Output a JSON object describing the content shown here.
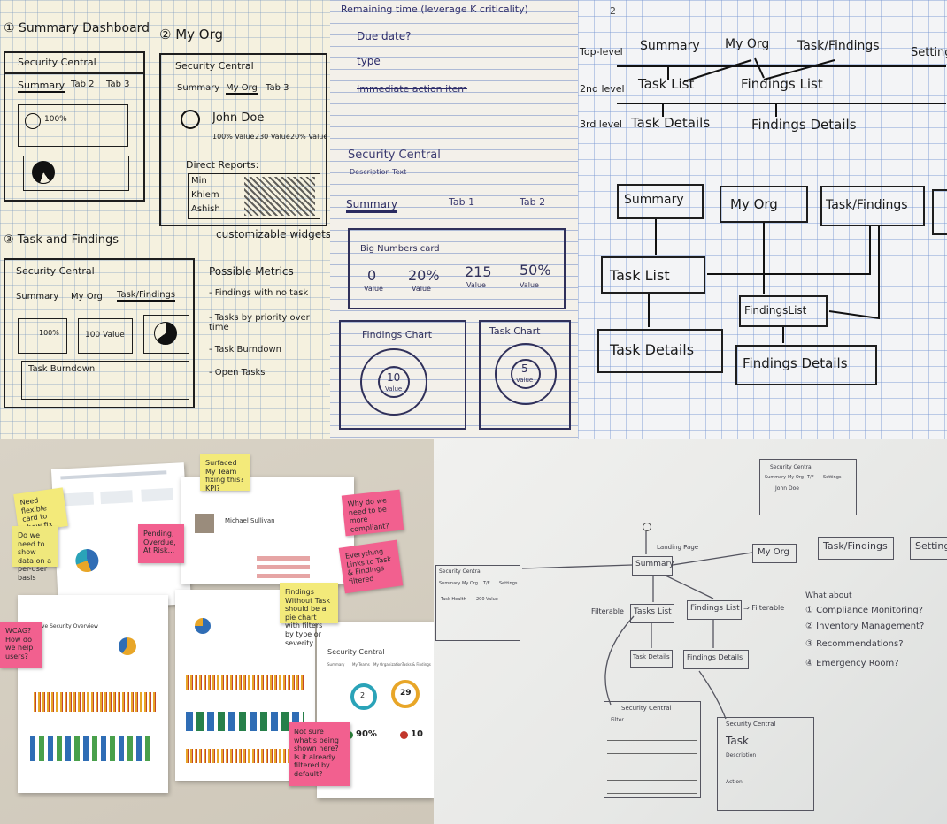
{
  "panel1": {
    "title_summary": "① Summary Dashboard",
    "title_myorg": "② My Org",
    "title_tasks": "③ Task and Findings",
    "app_name": "Security Central",
    "summary_tabs": [
      "Summary",
      "Tab 2",
      "Tab 3"
    ],
    "myorg_tabs": [
      "Summary",
      "My Org",
      "Tab 3"
    ],
    "tasks_tabs": [
      "Summary",
      "My Org",
      "Task/Findings"
    ],
    "big_value": "100%",
    "value_label": "Value",
    "person_name": "John Doe",
    "person_stats": [
      "100% Value",
      "230 Value",
      "20% Value"
    ],
    "direct_reports_label": "Direct Reports:",
    "reports": [
      "Min",
      "Khiem",
      "Ashish"
    ],
    "customizable": "customizable widgets",
    "metrics_title": "Possible Metrics",
    "metrics": [
      "- Findings with no task",
      "- Tasks by priority over time",
      "- Task Burndown",
      "- Open Tasks"
    ],
    "value_100": "100 Value",
    "burndown": "Task Burndown"
  },
  "panel2": {
    "top_lines": [
      "Remaining time (leverage K criticality)",
      "Due date?",
      "type",
      "Immediate action item"
    ],
    "app_name": "Security Central",
    "description": "Description Text",
    "tabs": [
      "Summary",
      "Tab 1",
      "Tab 2"
    ],
    "big_numbers": "Big Numbers card",
    "numbers": [
      {
        "value": "0",
        "label": "Value"
      },
      {
        "value": "20%",
        "label": "Value"
      },
      {
        "value": "215",
        "label": "Value"
      },
      {
        "value": "50%",
        "label": "Value"
      }
    ],
    "findings_chart": "Findings Chart",
    "findings_value": "10",
    "task_chart": "Task Chart",
    "task_value": "5",
    "center_label": "Value"
  },
  "panel3": {
    "page_num": "2",
    "levels": [
      "Top-level",
      "2nd level",
      "3rd level"
    ],
    "top_items": [
      "Summary",
      "My Org",
      "Task/Findings",
      "Settings"
    ],
    "second_items": [
      "Task List",
      "Findings List"
    ],
    "third_items": [
      "Task Details",
      "Findings Details"
    ],
    "flow_boxes": [
      "Summary",
      "My Org",
      "Task/Findings",
      "Task List",
      "FindingsList",
      "Task Details",
      "Findings Details"
    ]
  },
  "panel4": {
    "stickies": [
      "Need flexible card to show fix rates",
      "Surfaced My Team fixing this? KPI?",
      "Do we need to show data on a per-user basis",
      "Why do we need to be more compliant?",
      "Everything Links to Task & Findings filtered",
      "Pending, Overdue, At Risk...",
      "Findings Without Task should be a pie chart with filters by type or severity",
      "Not sure what's being shown here? Is it already filtered by default?",
      "WCAG? How do we help users?"
    ],
    "sheet_title": "Security Central",
    "sheet_tabs": [
      "Summary",
      "My Teams",
      "My Organization",
      "Tasks & Findings"
    ],
    "score": "90%",
    "count": "10",
    "ring_values": [
      "2",
      "29"
    ],
    "person": "Michael Sullivan",
    "sheet_heading": "Effective Security Overview"
  },
  "panel5": {
    "landing": "Landing Page",
    "summary": "Summary",
    "top": [
      "My Org",
      "Task/Findings",
      "Settings"
    ],
    "lists": [
      "Tasks List",
      "Findings List"
    ],
    "filterable_left": "Filterable",
    "filterable_right": "⇒ Filterable",
    "details": [
      "Task Details",
      "Findings Details"
    ],
    "question": "What about",
    "questions": [
      "① Compliance Monitoring?",
      "② Inventory Management?",
      "③ Recommendations?",
      "④ Emergency Room?"
    ],
    "app_name": "Security Central",
    "left_sketch_tabs": [
      "Summary",
      "My Org",
      "T/F",
      "Settings"
    ],
    "left_values": [
      "Task Health",
      "200 Value"
    ],
    "topright_sketch": [
      "Security Central",
      "Summary",
      "My Org",
      "T/F",
      "Settings",
      "John Doe"
    ],
    "task_sketch": [
      "Security Central",
      "Task",
      "Description",
      "Action"
    ],
    "list_sketch": [
      "Security Central",
      "Filter"
    ]
  }
}
